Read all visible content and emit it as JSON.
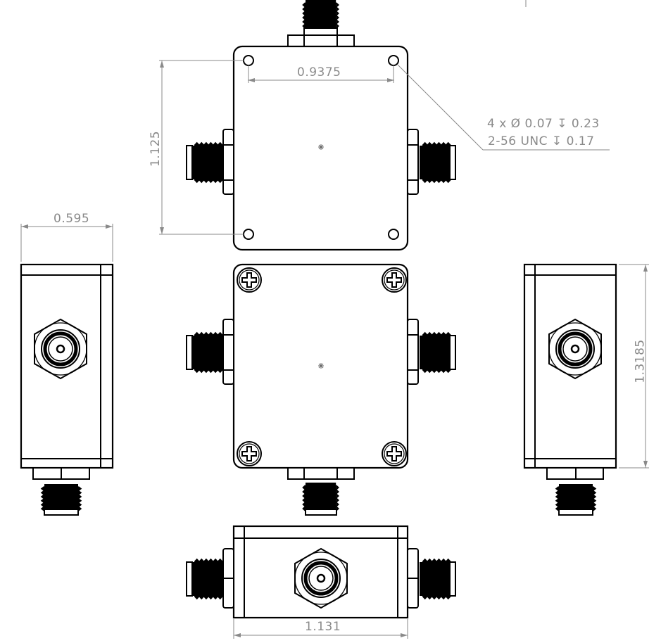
{
  "drawing": {
    "type": "engineering-drawing",
    "subject": "RF component housing with SMA connectors (orthographic views)",
    "colors": {
      "outline": "#000000",
      "dimension": "#8a8a8a",
      "background": "#ffffff"
    }
  },
  "views": {
    "top_bottom_view": {
      "name": "bottom view with mounting holes",
      "hole_count": 4
    },
    "front_view": {
      "name": "top view with screws",
      "screw_count": 4,
      "screw_type": "phillips"
    },
    "left_view": {
      "name": "left side view"
    },
    "right_view": {
      "name": "right side view"
    },
    "bottom_view": {
      "name": "front elevation view"
    }
  },
  "dimensions": {
    "hole_spacing_horizontal": "0.9375",
    "hole_spacing_vertical": "1.125",
    "side_width": "0.595",
    "overall_height": "1.3185",
    "overall_width": "1.131"
  },
  "callout": {
    "line1": "4 x Ø 0.07 ↧ 0.23",
    "line2": "2-56 UNC  ↧ 0.17",
    "line1_parts": {
      "qty": "4 x",
      "dia_symbol": "Ø",
      "dia": "0.07",
      "depth_symbol": "↧",
      "depth": "0.23"
    },
    "line2_parts": {
      "thread": "2-56 UNC",
      "depth_symbol": "↧",
      "depth": "0.17"
    }
  },
  "icons": [
    "center-mark-icon",
    "phillips-screw-icon",
    "sma-connector-icon",
    "hex-nut-icon",
    "mounting-hole-icon"
  ]
}
